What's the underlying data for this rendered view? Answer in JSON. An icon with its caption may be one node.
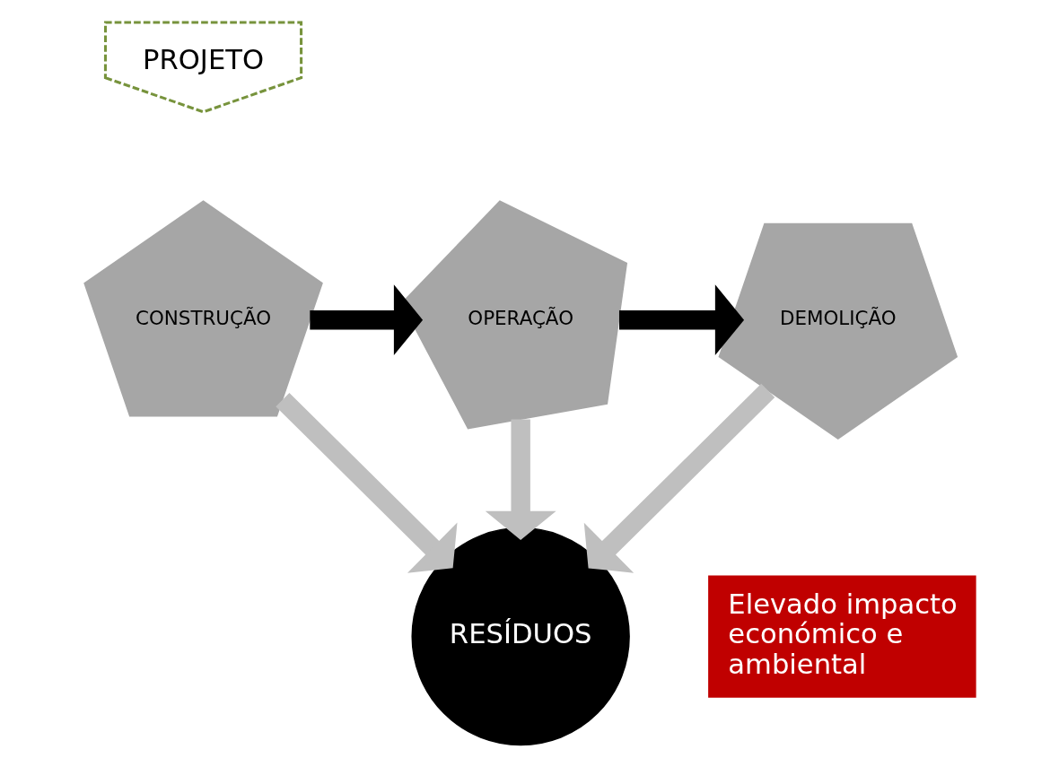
{
  "diagram": {
    "nodes": [
      {
        "text": [
          "PROJETO"
        ]
      },
      {
        "text": [
          "CONSTRUÇÃO"
        ]
      },
      {
        "text": [
          "OPERAÇÃO"
        ]
      },
      {
        "text": [
          "DEMOLIÇÃO"
        ]
      },
      {
        "text": [
          "RESÍDUOS"
        ]
      },
      {
        "text": [
          "Elevado impacto económico e ambiental"
        ]
      }
    ],
    "edges": [
      {
        "from": 1,
        "to": 2,
        "arrow": "to",
        "color": "#000000"
      },
      {
        "from": 2,
        "to": 3,
        "arrow": "to",
        "color": "#000000"
      },
      {
        "from": 1,
        "to": 4,
        "arrow": "to"
      },
      {
        "from": 2,
        "to": 4,
        "arrow": "to"
      },
      {
        "from": 3,
        "to": 4,
        "arrow": "to"
      }
    ]
  }
}
